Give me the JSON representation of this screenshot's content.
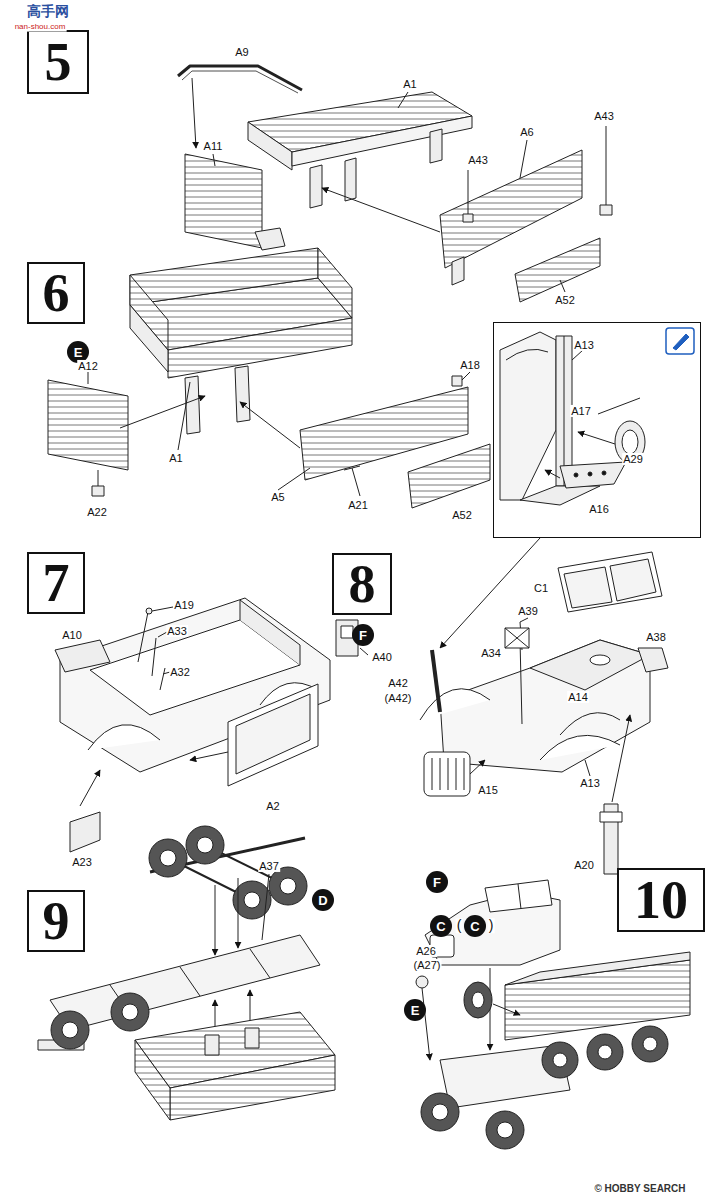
{
  "diagram": {
    "nodes": [
      {
        "text": [
          "5"
        ]
      },
      {
        "text": [
          "6"
        ]
      },
      {
        "text": [
          "E"
        ]
      },
      {
        "text": [
          "A13",
          "A17",
          "A29",
          "A16"
        ]
      },
      {
        "text": [
          "7"
        ]
      },
      {
        "text": [
          "8"
        ]
      },
      {
        "text": [
          "F"
        ]
      },
      {
        "text": [
          "9"
        ]
      },
      {
        "text": [
          "D"
        ]
      },
      {
        "text": [
          "E"
        ]
      },
      {
        "text": [
          "F"
        ]
      },
      {
        "text": [
          "10"
        ]
      },
      {
        "text": [
          "C"
        ]
      },
      {
        "text": [
          "C"
        ]
      }
    ],
    "labels": [
      "高手网",
      "nan-shou.com",
      "A9",
      "A1",
      "A11",
      "A6",
      "A43",
      "A43",
      "A52",
      "A18",
      "A12",
      "A1",
      "A5",
      "A21",
      "A22",
      "A52",
      "C1",
      "A19",
      "A39",
      "A33",
      "A10",
      "A40",
      "A38",
      "A34",
      "A32",
      "A42",
      "(A42)",
      "A14",
      "A13",
      "A15",
      "A2",
      "A23",
      "A37",
      "A20",
      "(",
      ")",
      "A26",
      "(A27)",
      "© HOBBY SEARCH"
    ]
  }
}
